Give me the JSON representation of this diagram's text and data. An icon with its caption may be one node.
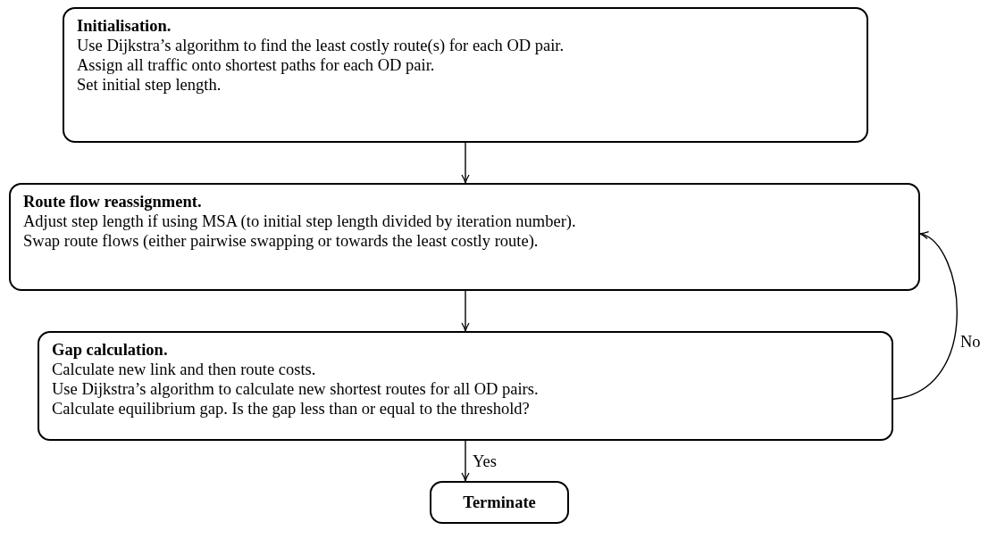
{
  "diagram": {
    "nodes": [
      {
        "text": [
          "Initialisation.",
          "Use Dijkstra’s algorithm to find the least costly route(s) for each OD pair.",
          "Assign all traffic onto shortest paths for each OD pair.",
          "Set initial step length."
        ]
      },
      {
        "text": [
          "Route flow reassignment.",
          "Adjust step length if using MSA (to initial step length divided by iteration number).",
          "Swap route flows (either pairwise swapping or towards the least costly route)."
        ]
      },
      {
        "text": [
          "Gap calculation.",
          "Calculate new link and then route costs.",
          "Use Dijkstra’s algorithm to calculate new shortest routes for all OD pairs.",
          "Calculate equilibrium gap. Is the gap less than or equal to the threshold?"
        ]
      },
      {
        "text": [
          "Terminate"
        ]
      }
    ],
    "edges": [
      {
        "from": 0,
        "to": 1,
        "arrow": "to"
      },
      {
        "from": 1,
        "to": 2,
        "arrow": "to"
      },
      {
        "from": 2,
        "to": 3,
        "arrow": "to",
        "label": "Yes"
      },
      {
        "from": 2,
        "to": 1,
        "arrow": "to",
        "label": "No"
      }
    ]
  }
}
